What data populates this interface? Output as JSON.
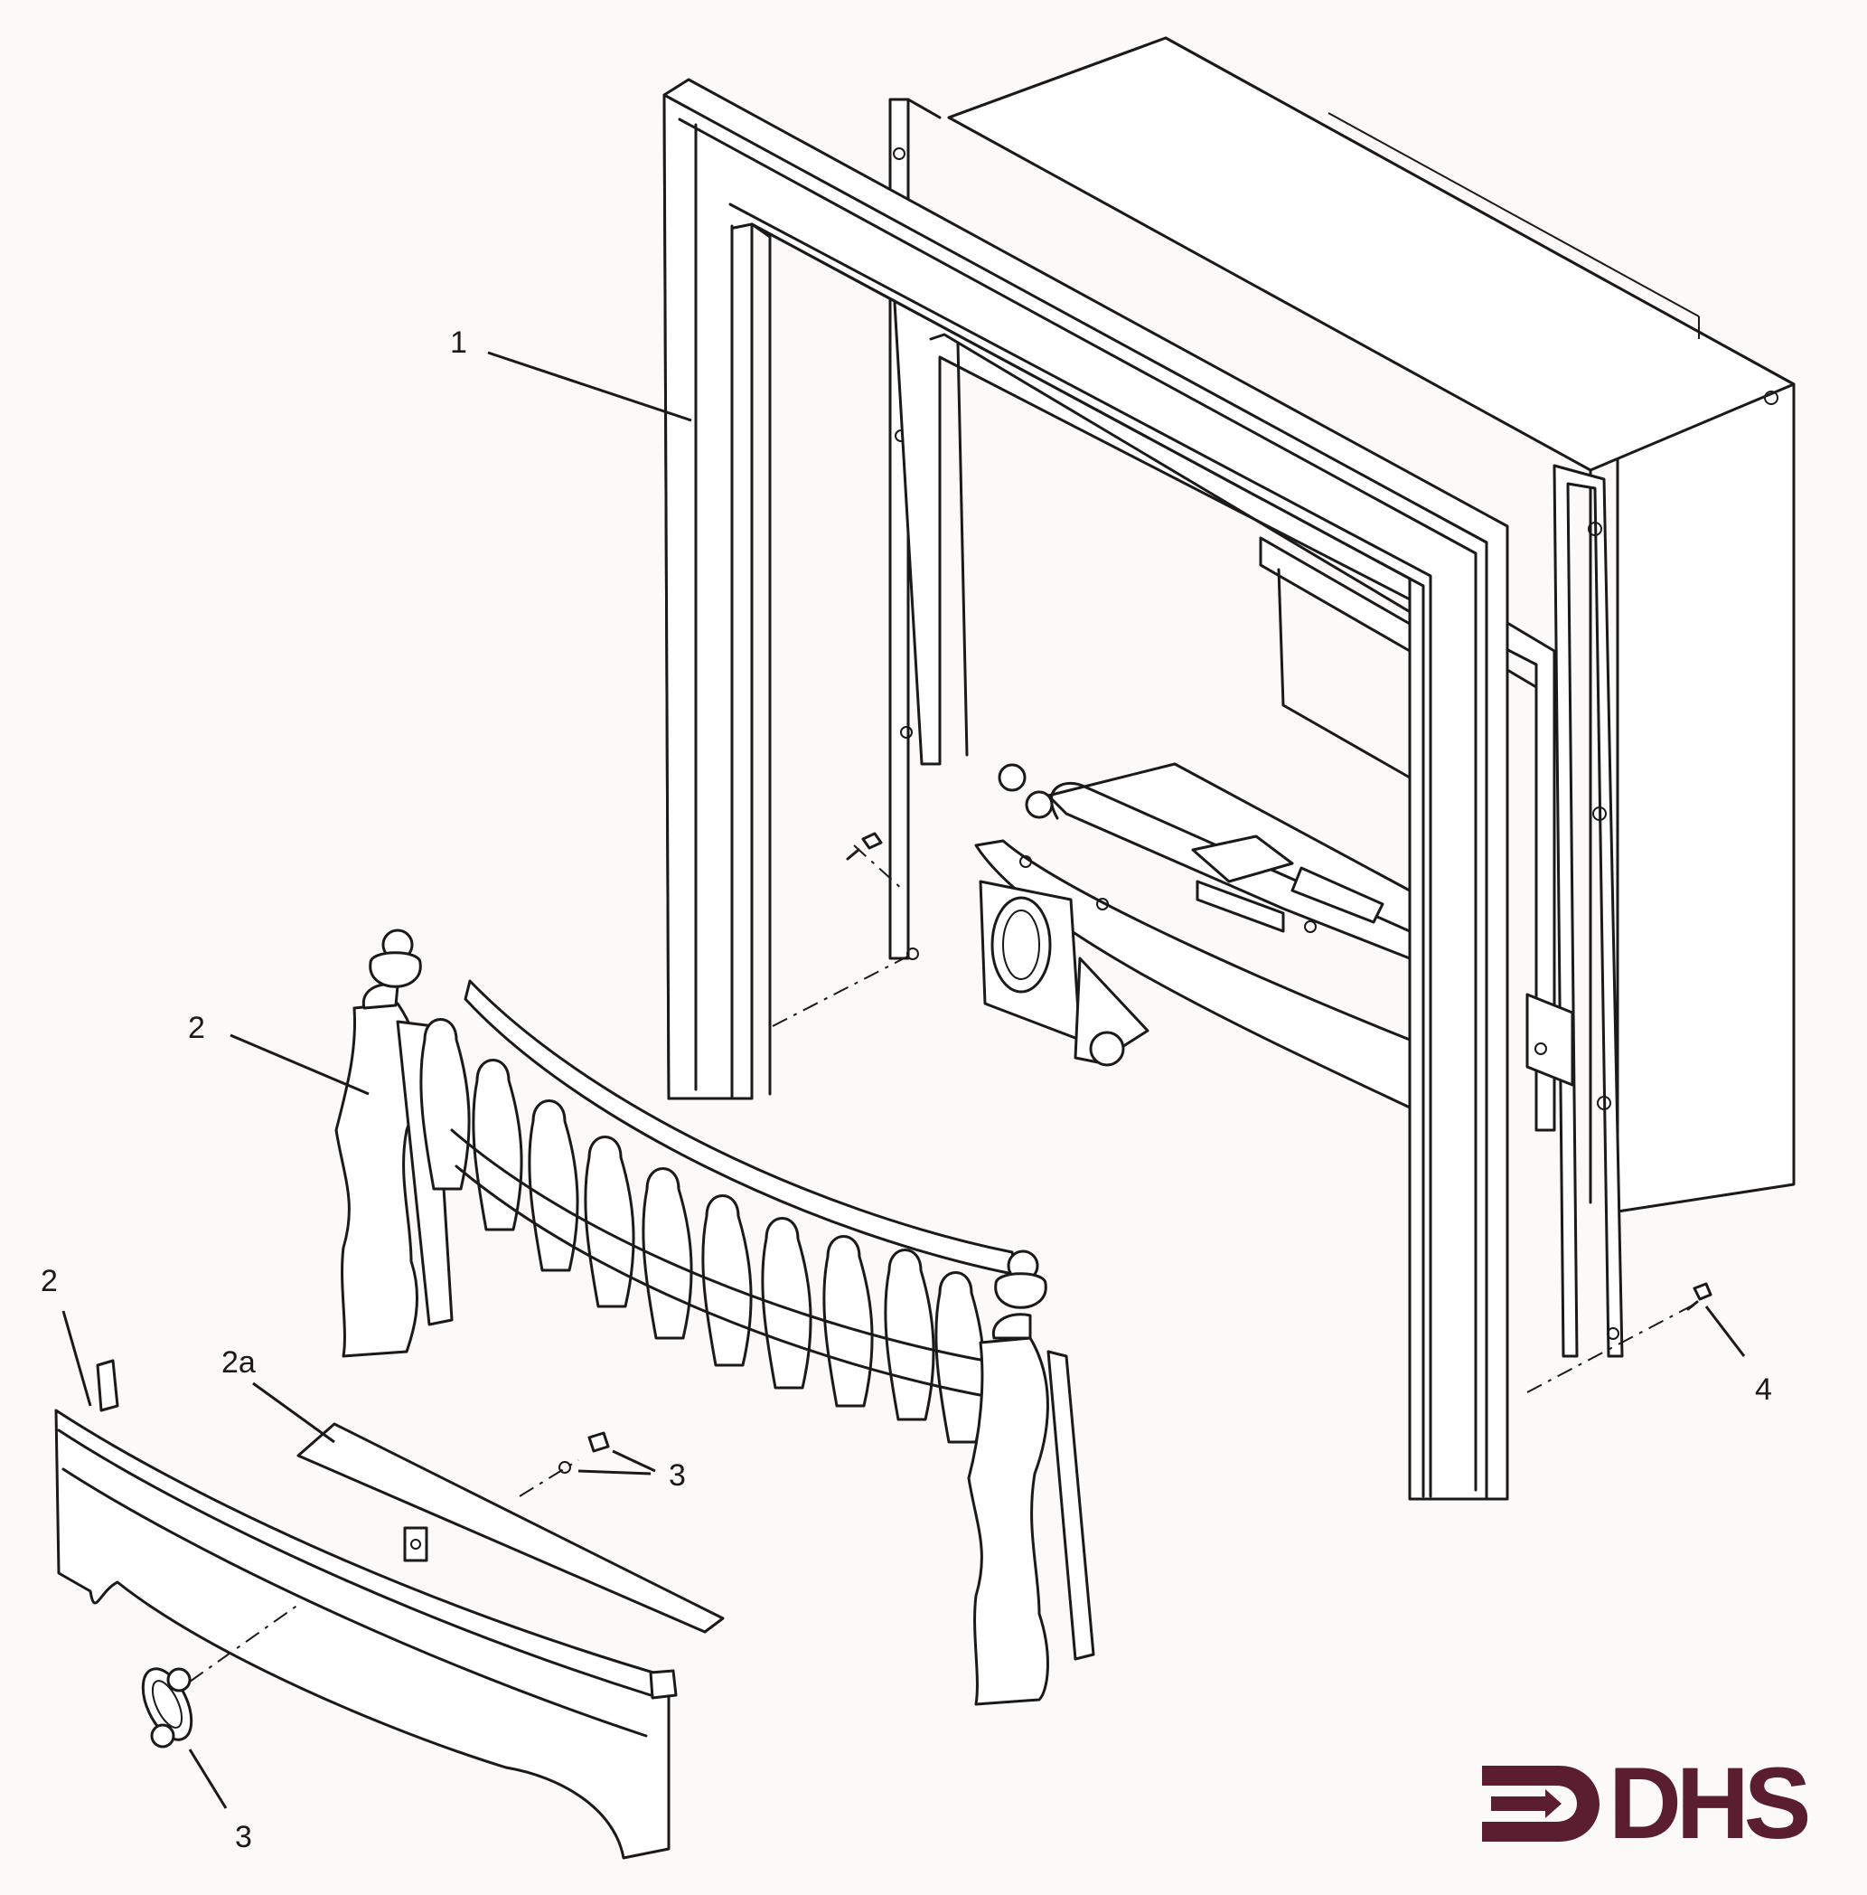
{
  "figure": {
    "callouts": [
      {
        "id": "c1",
        "label": "1"
      },
      {
        "id": "c2a",
        "label": "2"
      },
      {
        "id": "c2b",
        "label": "2"
      },
      {
        "id": "c2a-sub",
        "label": "2a"
      },
      {
        "id": "c3a",
        "label": "3"
      },
      {
        "id": "c3b",
        "label": "3"
      },
      {
        "id": "c4",
        "label": "4"
      }
    ]
  },
  "logo": {
    "text": "DHS",
    "color": "#5a1e2e"
  },
  "colors": {
    "line": "#1a1a1a",
    "paper": "#fbfaf8"
  }
}
